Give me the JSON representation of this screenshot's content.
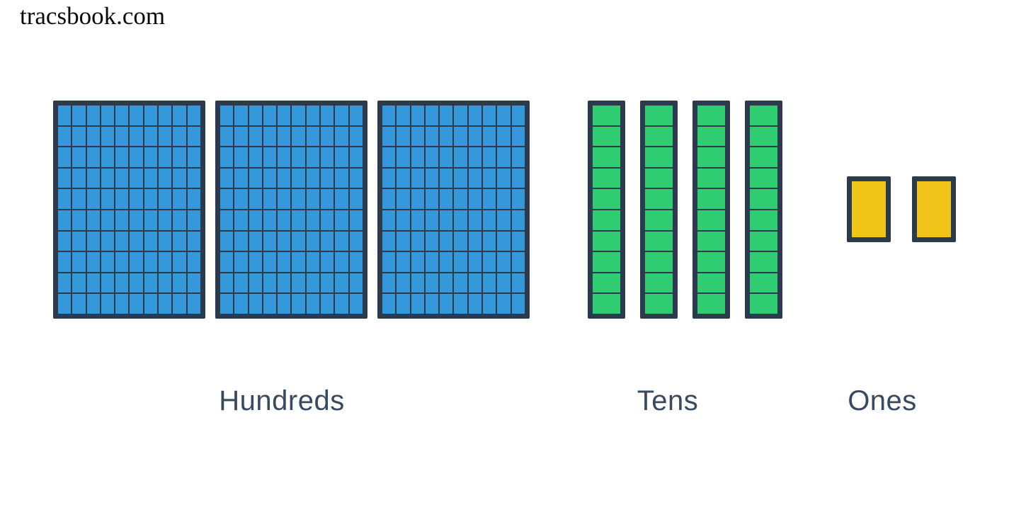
{
  "page": {
    "watermark": "tracsbook.com",
    "background": "#ffffff"
  },
  "colors": {
    "outline": "#2b3b4d",
    "hundreds_fill": "#3598db",
    "tens_fill": "#2fcc71",
    "ones_fill": "#f0c419",
    "label_text": "#3a4a5e",
    "watermark_text": "#0a0a0a"
  },
  "place_value": {
    "groups": [
      {
        "id": "hundreds",
        "label": "Hundreds",
        "count": 3,
        "grid": {
          "rows": 10,
          "cols": 10
        },
        "cells_per_block": 100
      },
      {
        "id": "tens",
        "label": "Tens",
        "count": 4,
        "grid": {
          "rows": 10,
          "cols": 1
        },
        "cells_per_block": 10
      },
      {
        "id": "ones",
        "label": "Ones",
        "count": 2,
        "grid": {
          "rows": 1,
          "cols": 1
        },
        "cells_per_block": 1
      }
    ]
  }
}
